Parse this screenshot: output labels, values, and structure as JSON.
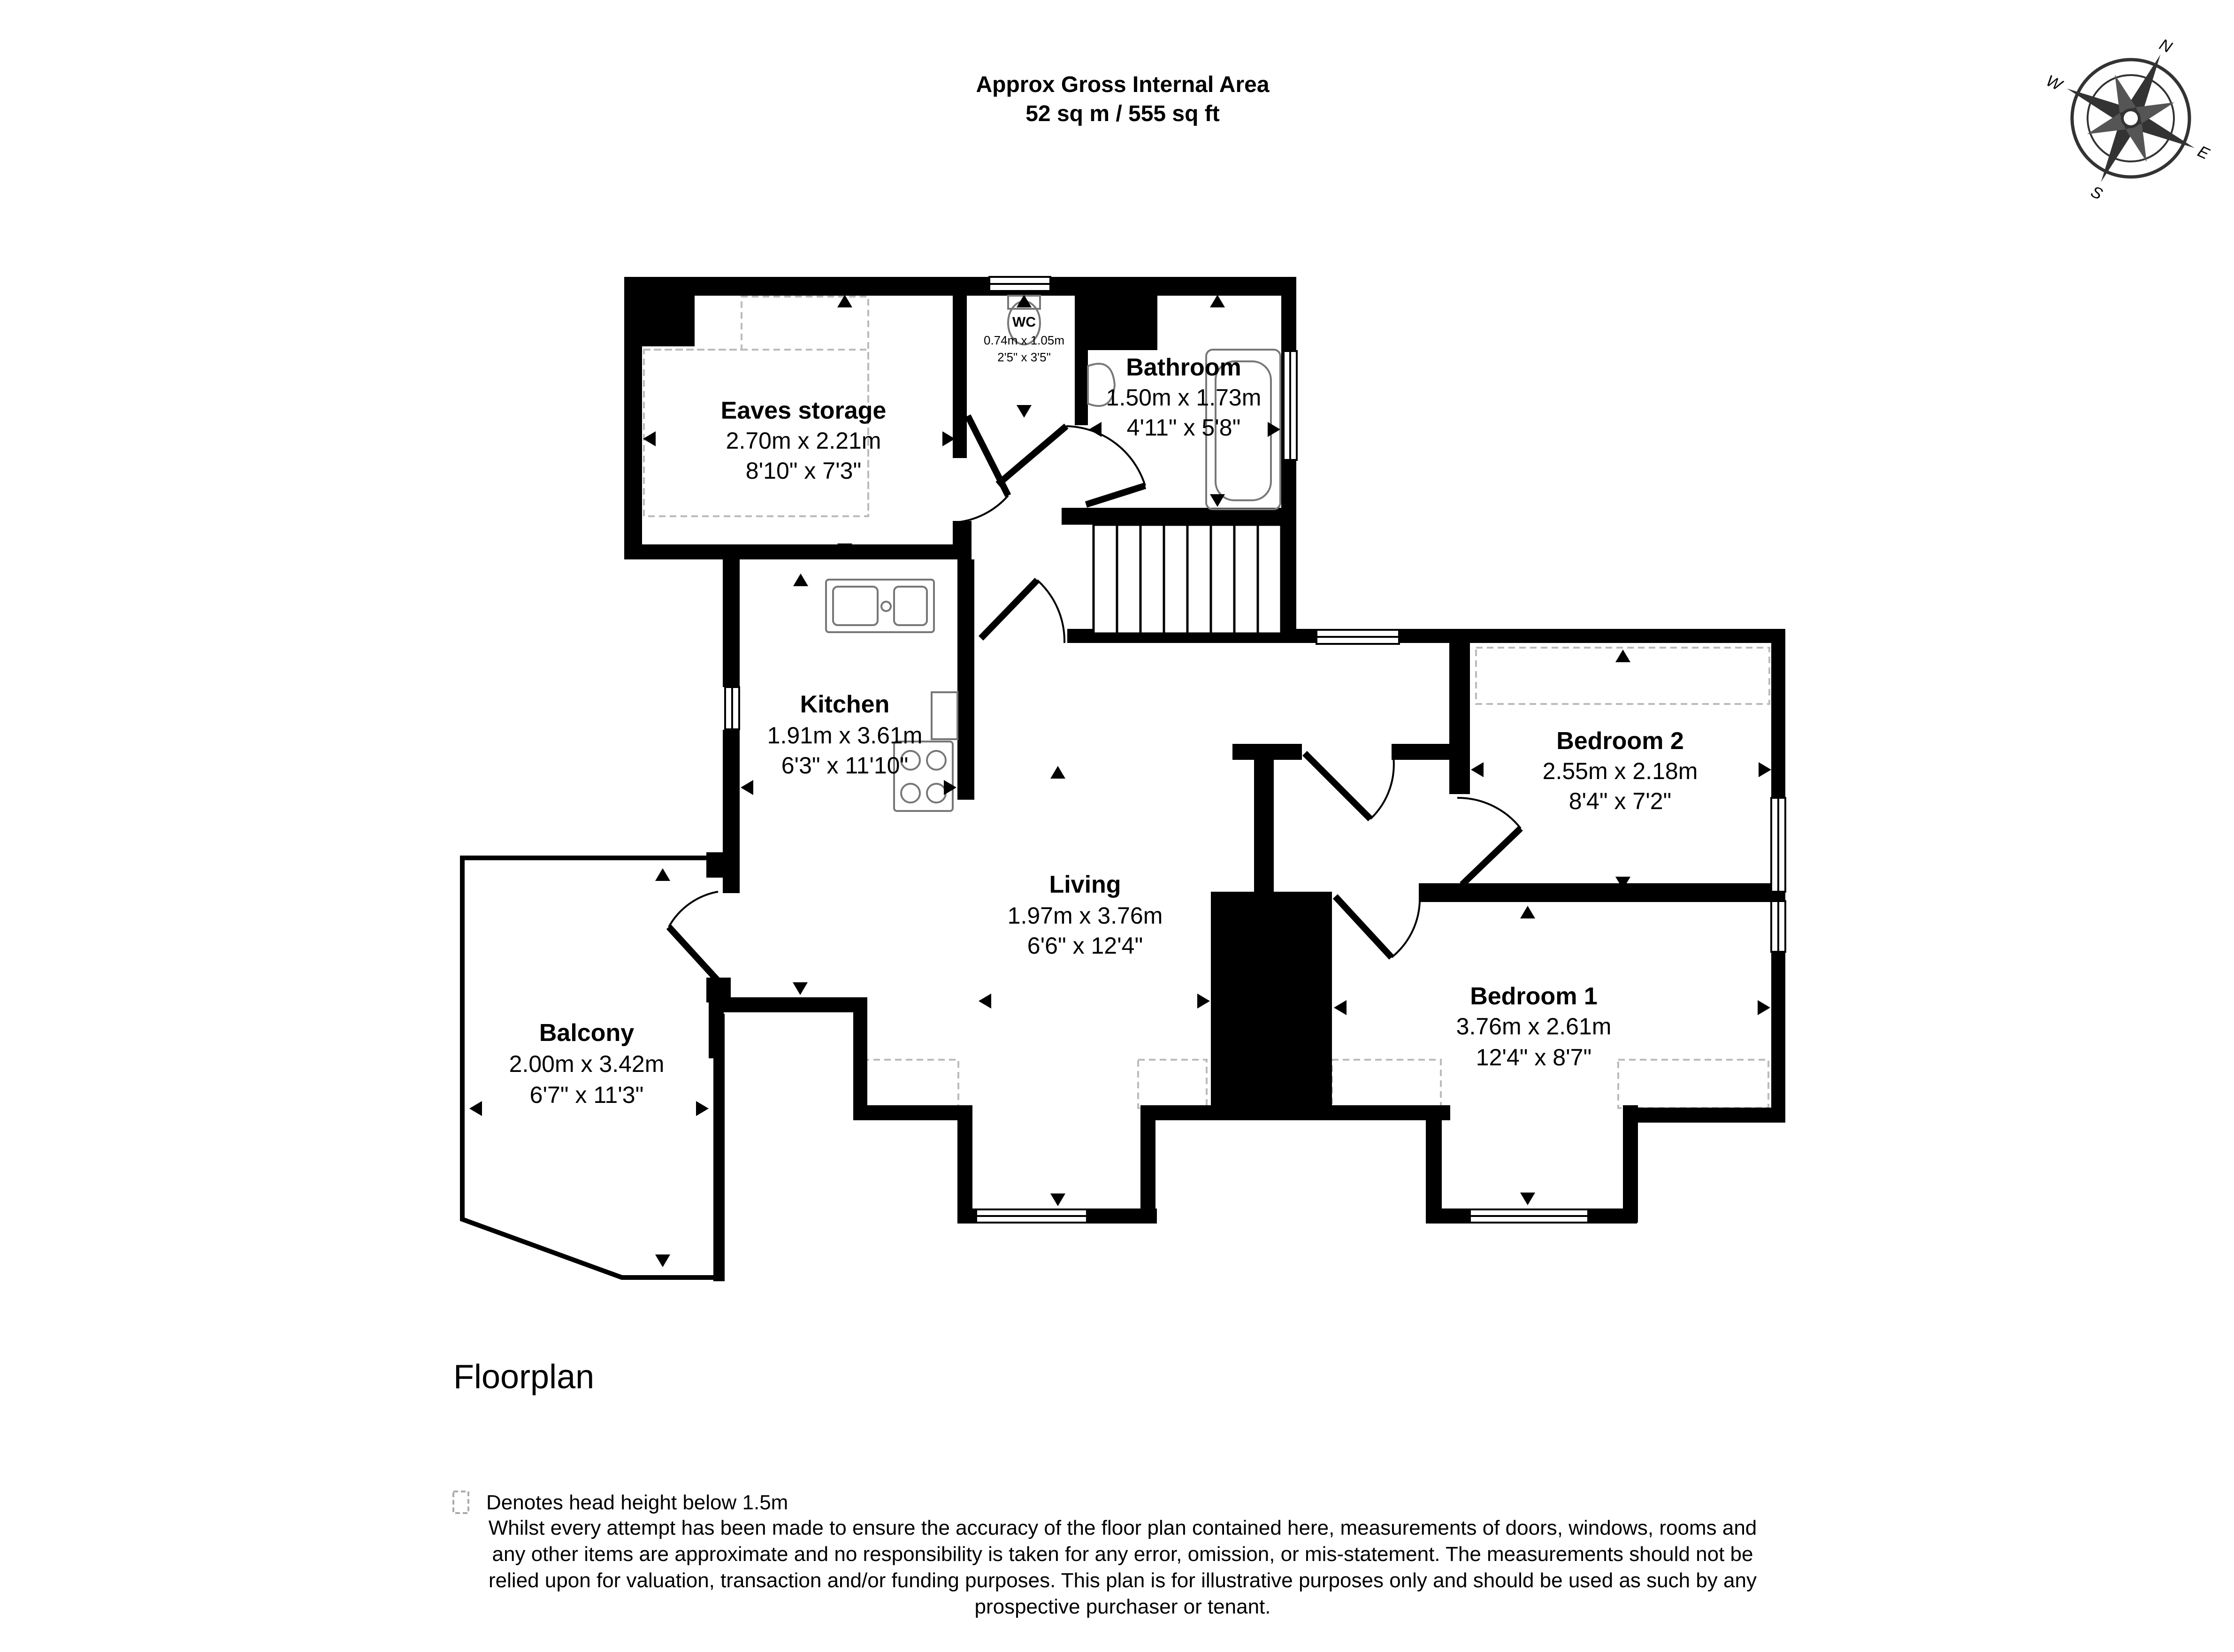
{
  "header": {
    "title": "Approx Gross Internal Area",
    "area": "52 sq m / 555 sq ft"
  },
  "compass": {
    "north": "N",
    "east": "E",
    "south": "S",
    "west": "W"
  },
  "rooms": {
    "eaves": {
      "name": "Eaves storage",
      "metric": "2.70m x 2.21m",
      "imperial": "8'10\" x 7'3\""
    },
    "wc": {
      "name": "WC",
      "metric": "0.74m x 1.05m",
      "imperial": "2'5\" x 3'5\""
    },
    "bathroom": {
      "name": "Bathroom",
      "metric": "1.50m x 1.73m",
      "imperial": "4'11\" x 5'8\""
    },
    "kitchen": {
      "name": "Kitchen",
      "metric": "1.91m x 3.61m",
      "imperial": "6'3\" x 11'10\""
    },
    "bedroom2": {
      "name": "Bedroom 2",
      "metric": "2.55m x 2.18m",
      "imperial": "8'4\" x 7'2\""
    },
    "living": {
      "name": "Living",
      "metric": "1.97m x 3.76m",
      "imperial": "6'6\" x 12'4\""
    },
    "bedroom1": {
      "name": "Bedroom 1",
      "metric": "3.76m x 2.61m",
      "imperial": "12'4\" x 8'7\""
    },
    "balcony": {
      "name": "Balcony",
      "metric": "2.00m x 3.42m",
      "imperial": "6'7\" x 11'3\""
    }
  },
  "floor_label": "Floorplan",
  "legend": {
    "text": "Denotes head height below 1.5m"
  },
  "disclaimer": {
    "line1": "Whilst every attempt has been made to ensure the accuracy of the floor plan contained here, measurements of doors, windows, rooms and",
    "line2": "any other items are approximate and no responsibility is taken for any error, omission, or mis-statement. The measurements should not be",
    "line3": "relied upon for valuation, transaction and/or funding purposes. This plan is for illustrative purposes only and should be used as such by any",
    "line4": "prospective purchaser or tenant."
  }
}
